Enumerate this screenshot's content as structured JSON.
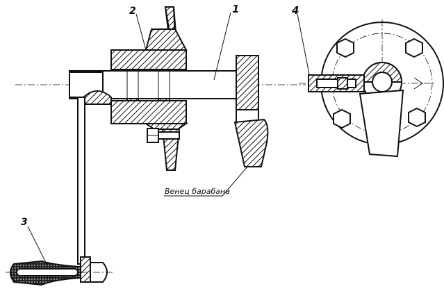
{
  "labels": {
    "part1": "1",
    "part2": "2",
    "part3": "3",
    "part4": "4"
  },
  "caption": "Венец барабана"
}
